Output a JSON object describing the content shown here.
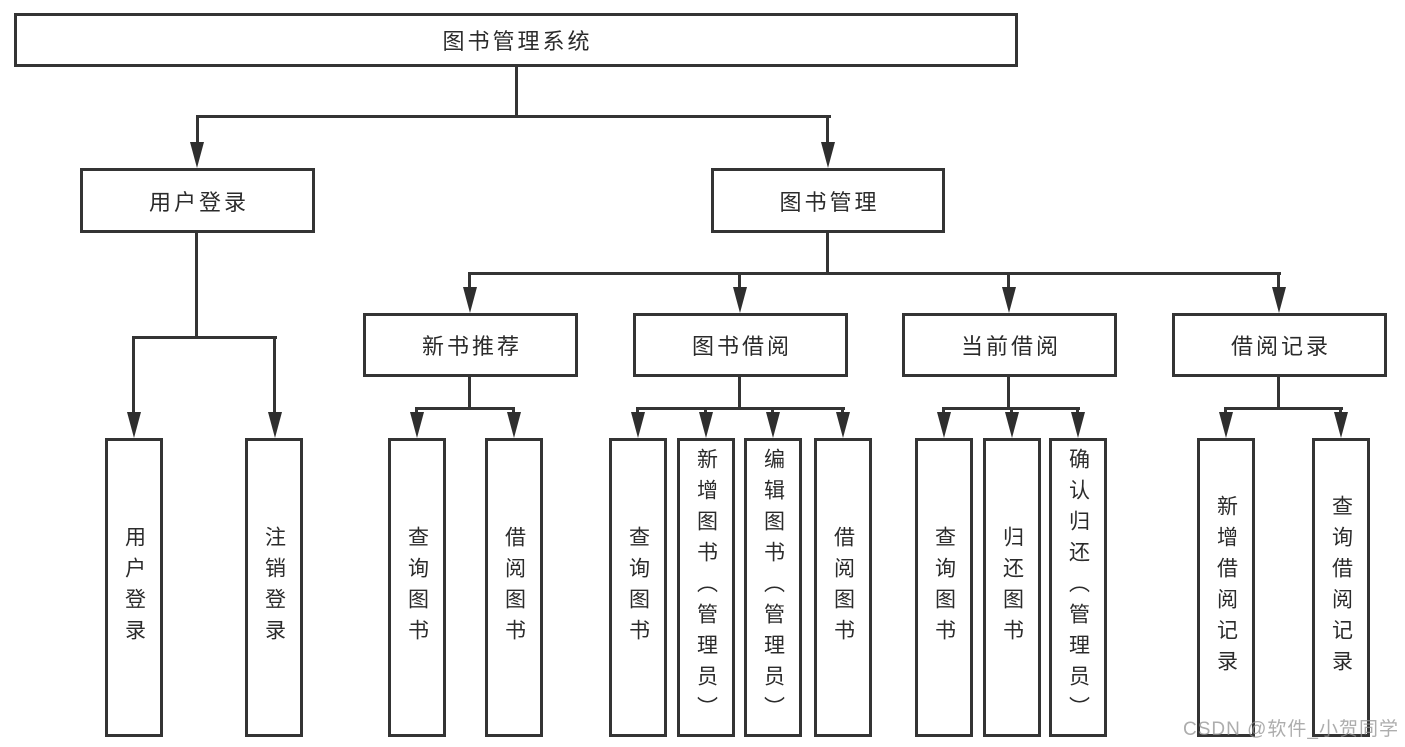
{
  "diagram": {
    "root": {
      "label": "图书管理系统"
    },
    "user_branch": {
      "label": "用户登录",
      "children": [
        {
          "label": "用户登录"
        },
        {
          "label": "注销登录"
        }
      ]
    },
    "book_branch": {
      "label": "图书管理",
      "sections": [
        {
          "label": "新书推荐",
          "children": [
            {
              "label": "查询图书"
            },
            {
              "label": "借阅图书"
            }
          ]
        },
        {
          "label": "图书借阅",
          "children": [
            {
              "label": "查询图书"
            },
            {
              "label": "新增图书（管理员）"
            },
            {
              "label": "编辑图书（管理员）"
            },
            {
              "label": "借阅图书"
            }
          ]
        },
        {
          "label": "当前借阅",
          "children": [
            {
              "label": "查询图书"
            },
            {
              "label": "归还图书"
            },
            {
              "label": "确认归还（管理员）"
            }
          ]
        },
        {
          "label": "借阅记录",
          "children": [
            {
              "label": "新增借阅记录"
            },
            {
              "label": "查询借阅记录"
            }
          ]
        }
      ]
    },
    "colors": {
      "line": "#343434",
      "text": "#2b2b2b",
      "background": "#ffffff",
      "watermark": "#b2b2b2"
    },
    "watermark": "CSDN @软件_小贺同学"
  }
}
